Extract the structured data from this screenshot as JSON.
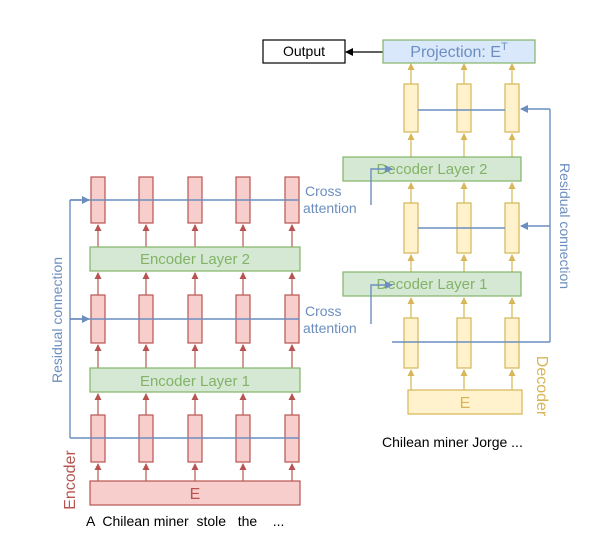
{
  "labels": {
    "output": "Output",
    "projection_base": "Projection: E",
    "projection_sup": "T",
    "decoder_layer_2": "Decoder Layer 2",
    "decoder_layer_1": "Decoder Layer 1",
    "encoder_layer_2": "Encoder Layer 2",
    "encoder_layer_1": "Encoder Layer 1",
    "cross_attention_top_1": "Cross",
    "cross_attention_top_2": "attention",
    "cross_attention_bottom_1": "Cross",
    "cross_attention_bottom_2": "attention",
    "residual_left": "Residual connection",
    "residual_right": "Residual connection",
    "encoder": "Encoder",
    "decoder": "Decoder",
    "encoder_embedding": "E",
    "decoder_embedding": "E",
    "encoder_input": "A  Chilean miner  stole   the    ...",
    "decoder_input": "Chilean miner Jorge ..."
  },
  "colors": {
    "encoder": "#b85450",
    "encoder_fill": "#f8cecc",
    "decoder": "#d6b656",
    "decoder_fill": "#fff2cc",
    "layer": "#82b366",
    "layer_fill": "#d5e8d4",
    "connection": "#6c8ebf",
    "projection_fill": "#dae8fc"
  }
}
